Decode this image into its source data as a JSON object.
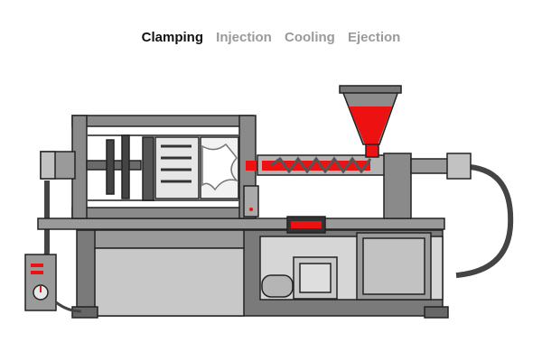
{
  "tabs": [
    {
      "label": "Clamping",
      "active": true
    },
    {
      "label": "Injection",
      "active": false
    },
    {
      "label": "Cooling",
      "active": false
    },
    {
      "label": "Ejection",
      "active": false
    }
  ],
  "colors": {
    "active_tab": "#111111",
    "inactive_tab": "#9a9a9a",
    "machine_gray": "#7a7a7a",
    "light_gray": "#c4c4c4",
    "outline": "#222222",
    "plastic_red": "#ee1111"
  }
}
